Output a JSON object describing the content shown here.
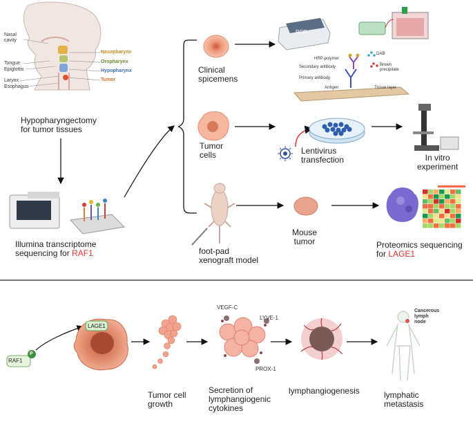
{
  "top": {
    "head_labels": {
      "nasal_cavity": "Nasal\ncavity",
      "tongue": "Tongue",
      "epiglottis": "Epiglottis",
      "larynx": "Larynx",
      "esophagus": "Esophagus",
      "nasopharynx": "Nasopharynx",
      "oropharynx": "Oropharynx",
      "hypopharynx": "Hypopharynx",
      "tumor": "Tumor"
    },
    "hypopharyngectomy": "Hypopharyngectomy\nfor tumor tissues",
    "illumina_prefix": "Illumina transcriptome\nsequencing for ",
    "illumina_gene": "RAF1",
    "clinical": "Clinical\nspicemens",
    "pcr_label": "PCR",
    "ihc": {
      "hrp": "HRP-polymer",
      "secondary": "Secondary antibody",
      "primary": "Primary antibody",
      "antigen": "Antigen",
      "tissue": "Tissue layer",
      "dab": "DAB",
      "brown": "Brown\nprecipitate"
    },
    "tumor_cells": "Tumor\ncells",
    "lentivirus": "Lentivirus\ntransfection",
    "in_vitro": "In vitro\nexperiment",
    "xenograft": "foot-pad\nxenograft  model",
    "mouse_tumor": "Mouse\ntumor",
    "proteomics_prefix": "Proteomics sequencing\nfor ",
    "proteomics_gene": "LAGE1"
  },
  "bottom": {
    "raf1": "RAF1",
    "phospho": "P",
    "lage1": "LAGE1",
    "growth": "Tumor cell\ngrowth",
    "secretion": "Secretion of\nlymphangiogenic\ncytokines",
    "vegf": "VEGF-C",
    "lyve": "LYVE-1",
    "prox": "PROX-1",
    "lymphangiogenesis": "lymphangiogenesis",
    "metastasis": "lymphatic\nmetastasis",
    "cancerous_node": "Cancerous\nlymph\nnode"
  },
  "colors": {
    "red_text": "#e8322e",
    "nasopharynx": "#c58a1f",
    "oropharynx": "#6a8f2f",
    "hypopharynx": "#3a6fb0",
    "tumor": "#e0702a"
  }
}
